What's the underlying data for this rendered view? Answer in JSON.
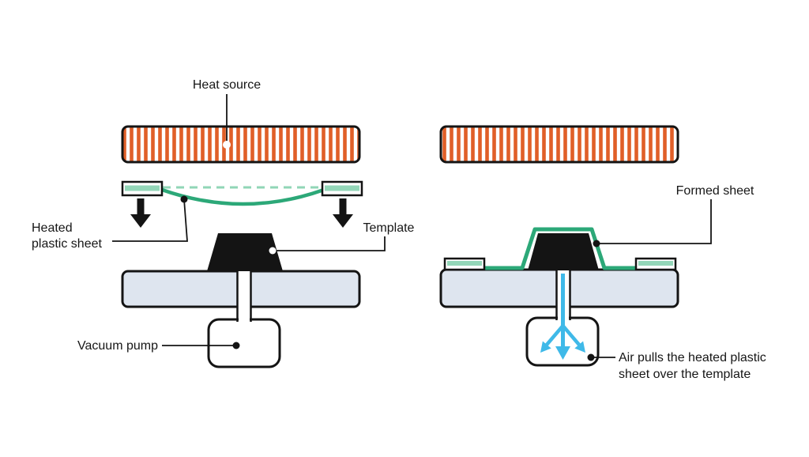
{
  "colors": {
    "orange": "#E05F28",
    "green": "#2CA878",
    "green_light": "#90D6B6",
    "clamp_green": "#93D6B8",
    "platform_fill": "#DEE5EF",
    "blue": "#3FB9E8",
    "ink": "#141414"
  },
  "left": {
    "heat_source_label": "Heat source",
    "heated_sheet_line1": "Heated",
    "heated_sheet_line2": "plastic sheet",
    "template_label": "Template",
    "vacuum_pump_label": "Vacuum pump"
  },
  "right": {
    "formed_sheet_label": "Formed sheet",
    "air_caption_line1": "Air pulls the heated plastic",
    "air_caption_line2": "sheet over the template"
  }
}
